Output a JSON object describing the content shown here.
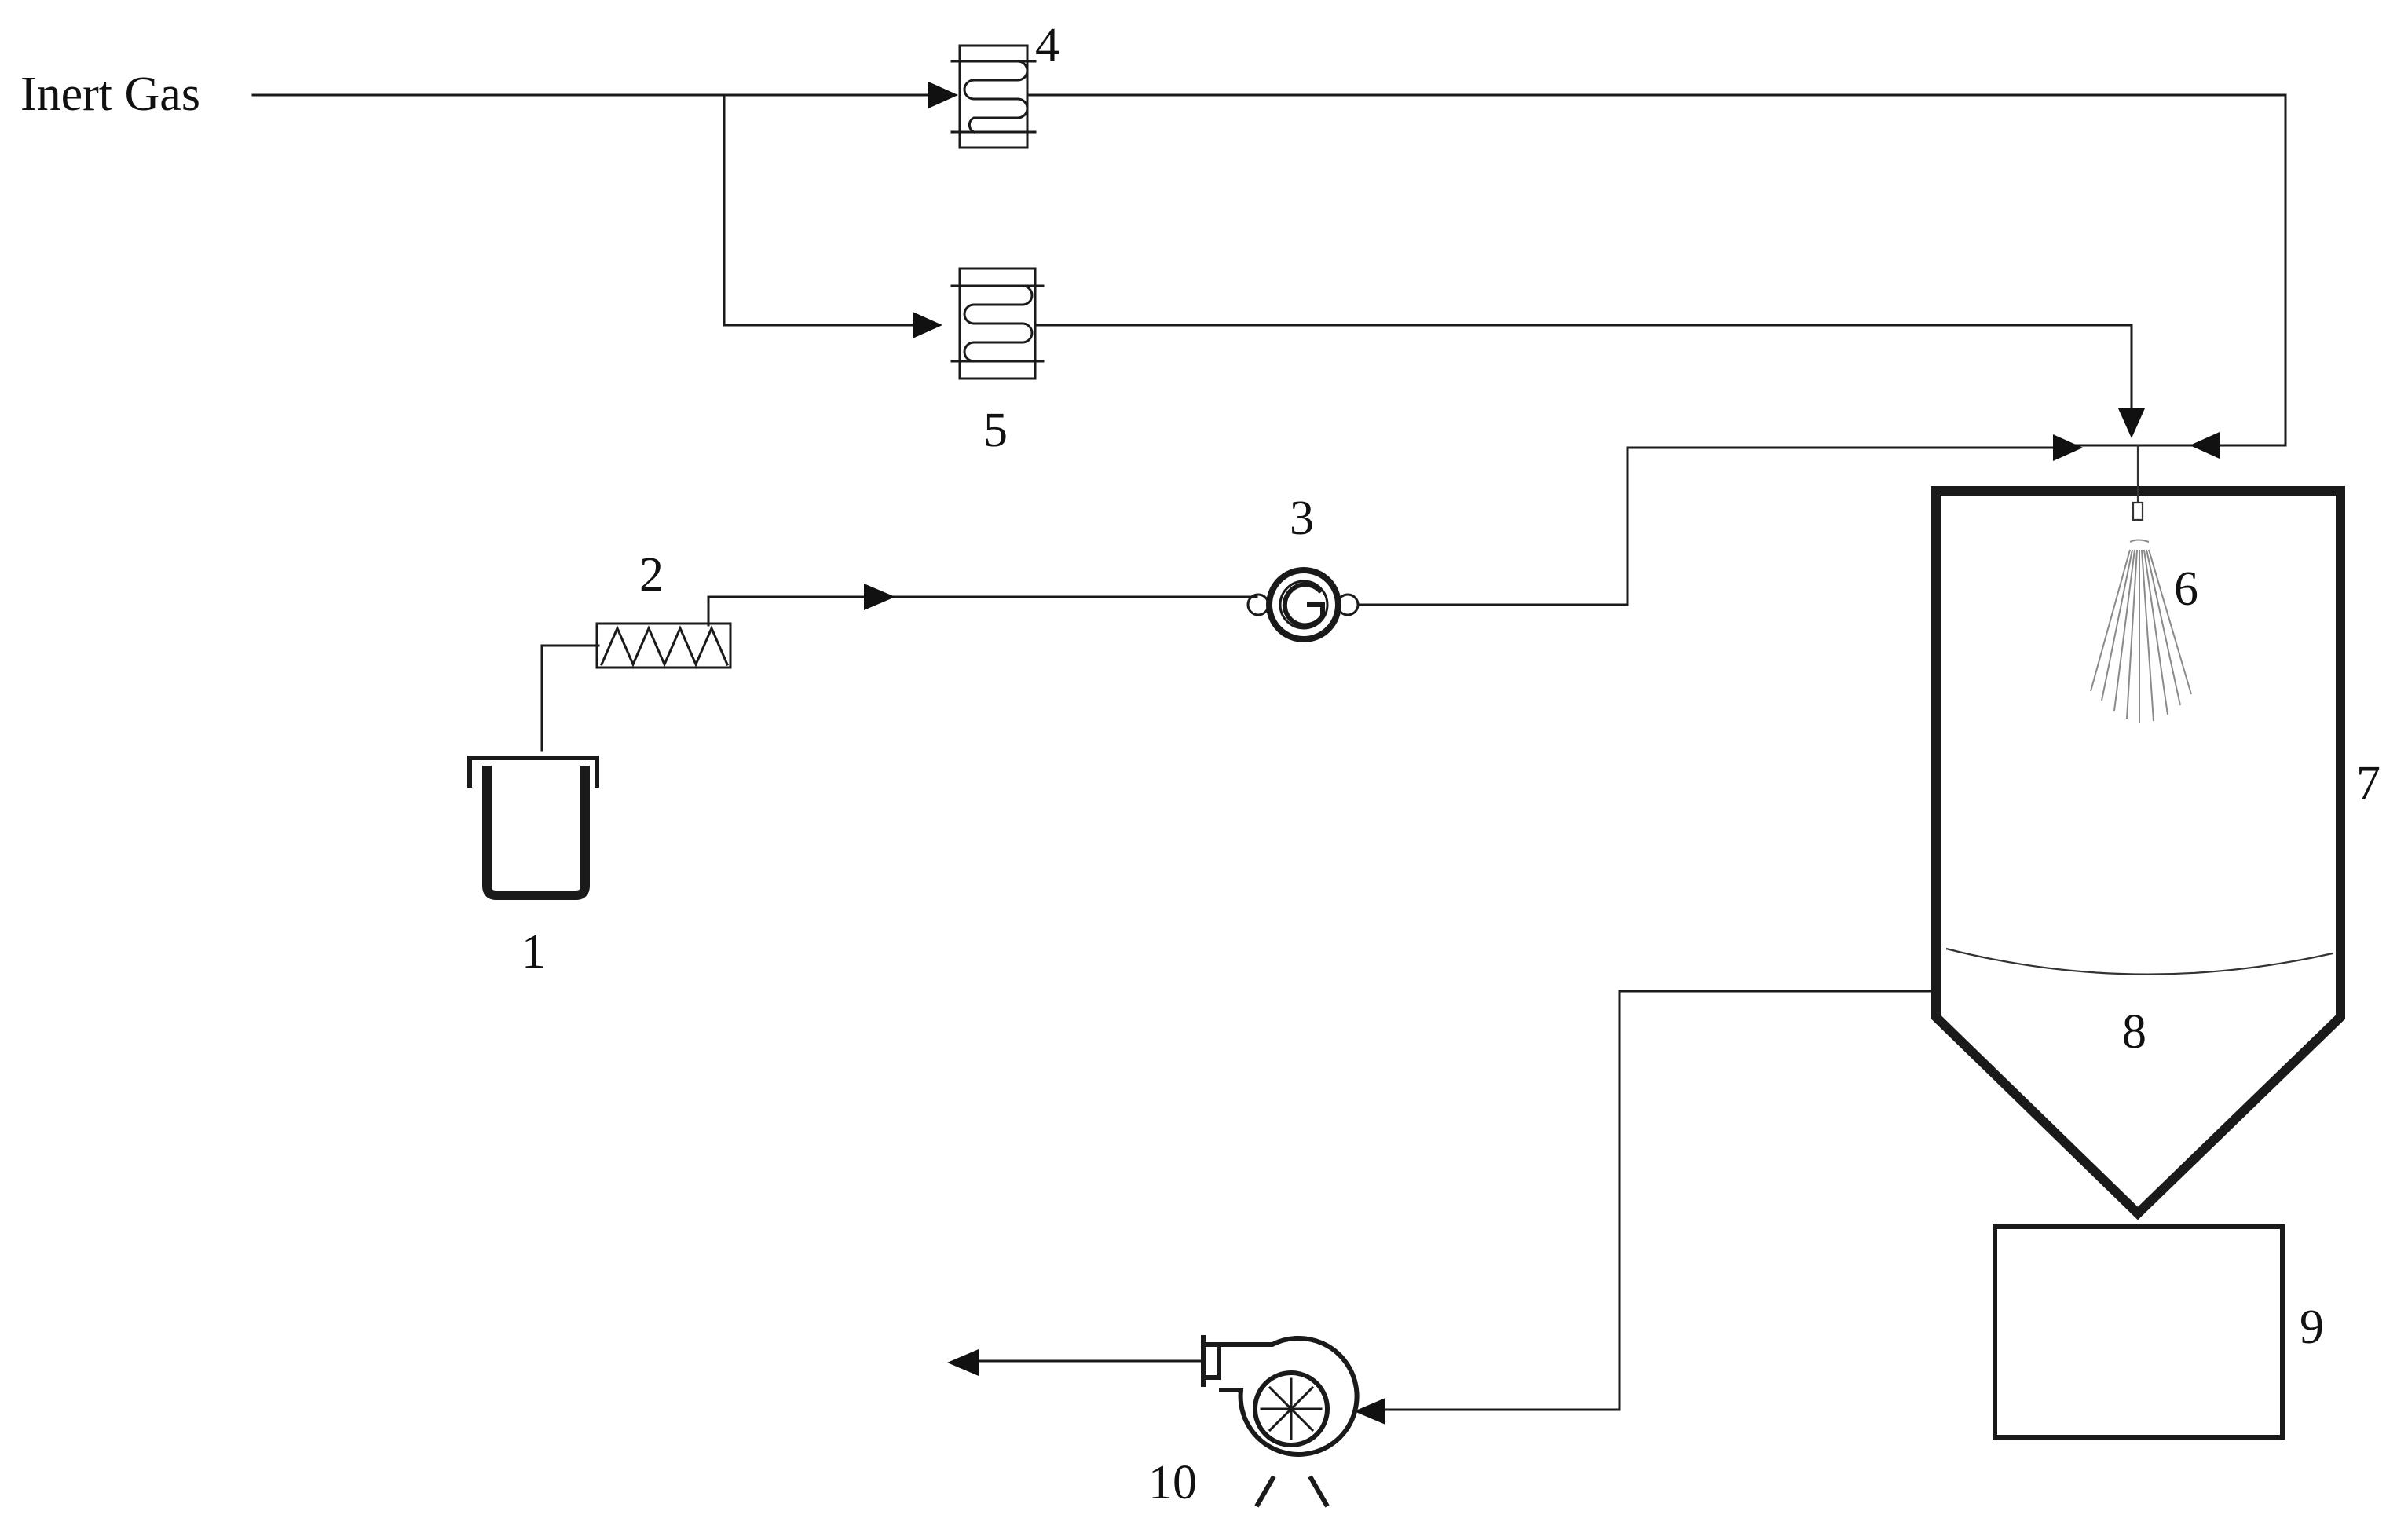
{
  "inlet_label": "Inert Gas",
  "labels": {
    "feed_tank": "1",
    "feed_pump": "2",
    "flow_unit": "3",
    "heater_a": "4",
    "heater_b": "5",
    "atomizer": "6",
    "chamber": "7",
    "product_zone": "8",
    "collector": "9",
    "blower": "10"
  },
  "colors": {
    "line": "#1a1a1a",
    "spray": "#8a8a8a",
    "background": "#ffffff"
  },
  "icons": {
    "heater_a": "serpentine-heater-icon",
    "heater_b": "serpentine-heater-icon",
    "feed_pump": "screw-pump-icon",
    "flow_unit": "circle-g-icon",
    "feed_tank": "beaker-icon",
    "atomizer": "spray-nozzle-icon",
    "blower": "centrifugal-fan-icon"
  }
}
